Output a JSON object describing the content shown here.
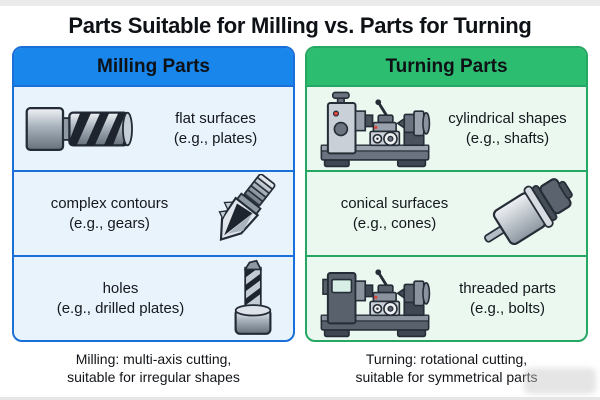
{
  "title": "Parts Suitable for Milling vs. Parts for Turning",
  "colors": {
    "milling_accent": "#1886ea",
    "milling_border": "#1b6fd8",
    "milling_row_bg": "#e9f3fc",
    "turning_accent": "#2cbd70",
    "turning_border": "#25a863",
    "turning_row_bg": "#eaf8f0",
    "text": "#15181d"
  },
  "panels": [
    {
      "header": "Milling Parts",
      "rows": [
        {
          "label_line1": "flat surfaces",
          "label_line2": "(e.g., plates)",
          "icon": "milling-cutter-icon"
        },
        {
          "label_line1": "complex contours",
          "label_line2": "(e.g., gears)",
          "icon": "end-mill-icon"
        },
        {
          "label_line1": "holes",
          "label_line2": "(e.g., drilled plates)",
          "icon": "drill-bit-icon"
        }
      ],
      "caption_line1": "Milling: multi-axis cutting,",
      "caption_line2": "suitable for irregular shapes"
    },
    {
      "header": "Turning Parts",
      "rows": [
        {
          "label_line1": "cylindrical shapes",
          "label_line2": "(e.g., shafts)",
          "icon": "lathe-icon"
        },
        {
          "label_line1": "conical surfaces",
          "label_line2": "(e.g., cones)",
          "icon": "turned-part-icon"
        },
        {
          "label_line1": "threaded parts",
          "label_line2": "(e.g., bolts)",
          "icon": "lathe-icon"
        }
      ],
      "caption_line1": "Turning: rotational cutting,",
      "caption_line2": "suitable for symmetrical parts"
    }
  ]
}
